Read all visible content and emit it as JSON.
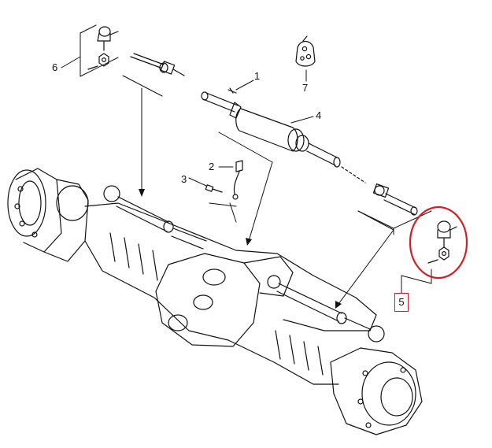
{
  "callouts": {
    "c1": "1",
    "c2": "2",
    "c3": "3",
    "c4": "4",
    "c5": "5",
    "c6": "6",
    "c7": "7"
  },
  "colors": {
    "line": "#111111",
    "highlight_red": "#d21f26",
    "background": "#ffffff"
  },
  "highlight": {
    "target_callout": "5",
    "shape": "ellipse"
  }
}
